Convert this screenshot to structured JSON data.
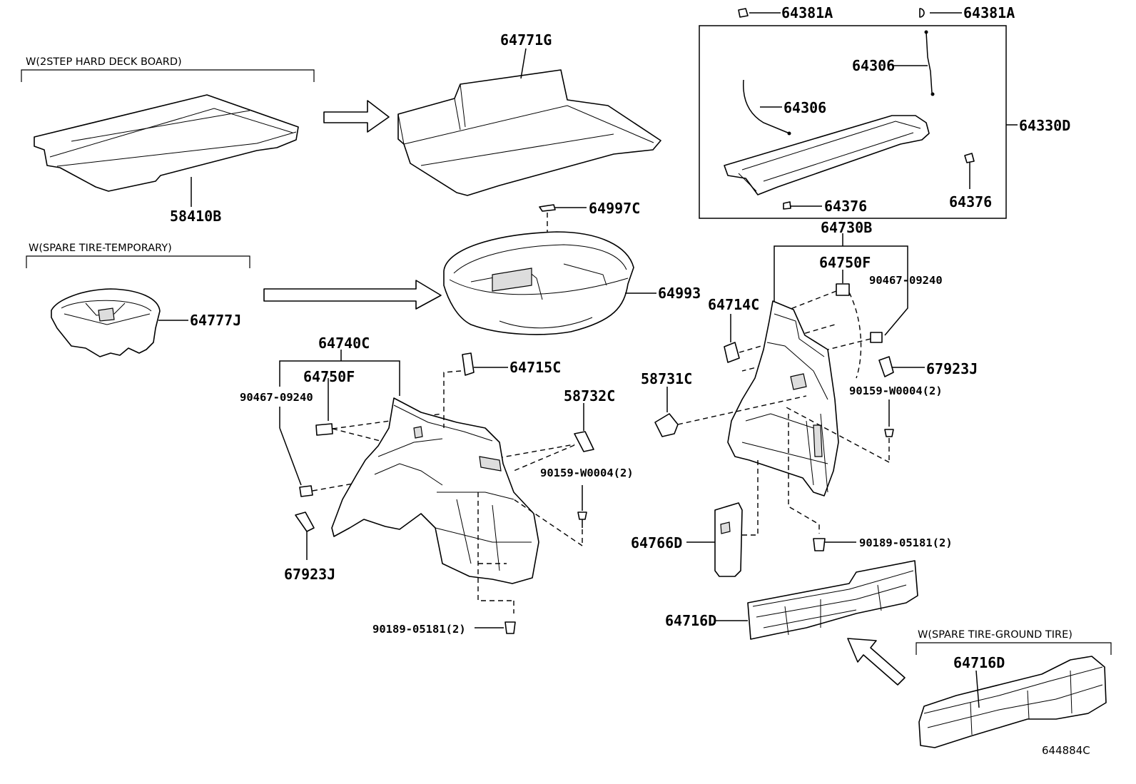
{
  "groups": {
    "hard_deck": "W(2STEP HARD DECK BOARD)",
    "spare_temp": "W(SPARE TIRE-TEMPORARY)",
    "spare_ground": "W(SPARE TIRE-GROUND TIRE)"
  },
  "parts": {
    "p64381A_left": "64381A",
    "p64381A_right": "64381A",
    "p64771G": "64771G",
    "p64306_upper": "64306",
    "p64306_lower": "64306",
    "p64330D": "64330D",
    "p64376_left": "64376",
    "p64376_right": "64376",
    "p58410B": "58410B",
    "p64997C": "64997C",
    "p64730B": "64730B",
    "p64750F_right": "64750F",
    "p90467_right": "90467-09240",
    "p64993": "64993",
    "p64714C": "64714C",
    "p64777J": "64777J",
    "p64740C": "64740C",
    "p64715C": "64715C",
    "p64750F_left": "64750F",
    "p90467_left": "90467-09240",
    "p58732C": "58732C",
    "p58731C": "58731C",
    "p67923J_right": "67923J",
    "p90159_right": "90159-W0004(2)",
    "p90159_left": "90159-W0004(2)",
    "p67923J_left": "67923J",
    "p64766D": "64766D",
    "p90189_right": "90189-05181(2)",
    "p90189_left": "90189-05181(2)",
    "p64716D_main": "64716D",
    "p64716D_ground": "64716D"
  },
  "diagram_code": "644884C",
  "icons": [
    "arrow-right-icon",
    "arrow-diagonal-icon"
  ]
}
